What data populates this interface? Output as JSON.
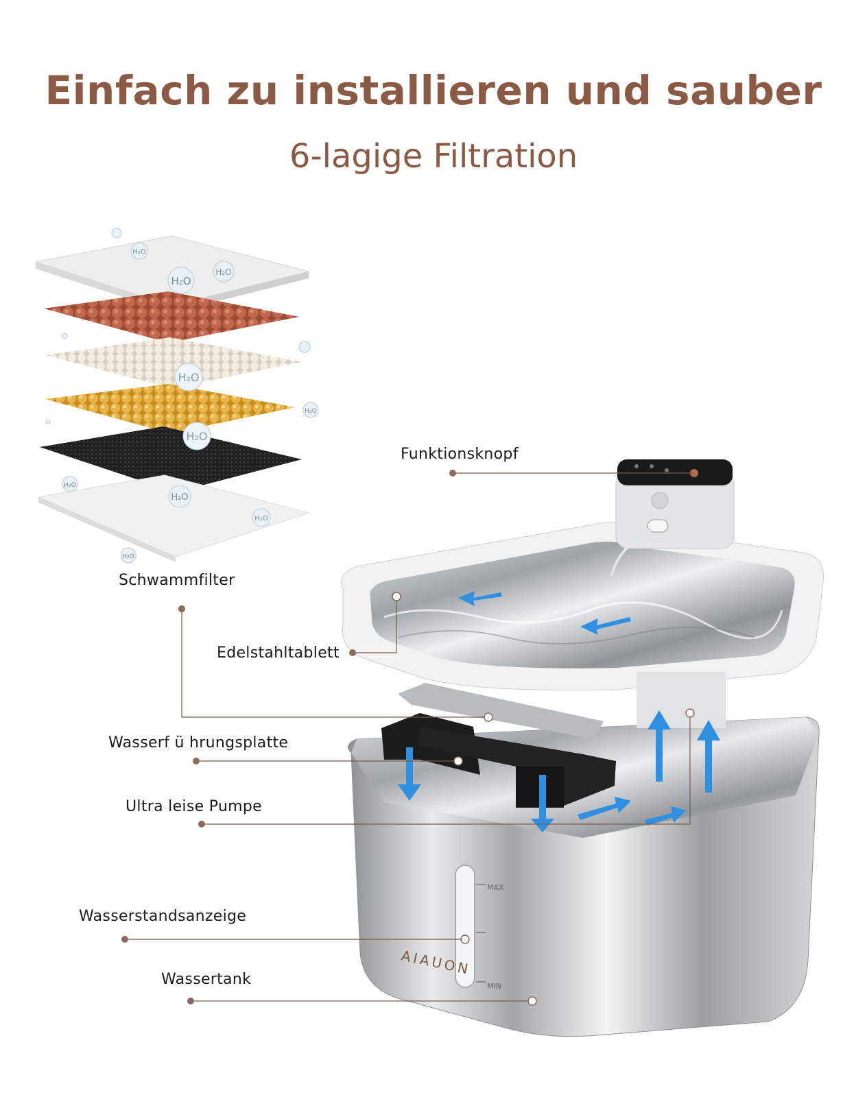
{
  "header": {
    "title": "Einfach zu installieren und sauber",
    "subtitle": "6-lagige Filtration"
  },
  "labels": {
    "funktionsknopf": "Funktionsknopf",
    "schwammfilter": "Schwammfilter",
    "edelstahltablett": "Edelstahltablett",
    "wasserfuehrungsplatte": "Wasserf ü hrungsplatte",
    "pumpe": "Ultra leise Pumpe",
    "wasserstandsanzeige": "Wasserstandsanzeige",
    "wassertank": "Wassertank"
  },
  "brand": "AIAUON",
  "gauge": {
    "max": "MAX",
    "min": "MIN"
  },
  "molecule": "H₂O",
  "colors": {
    "accent": "#8a5a44",
    "leader": "#7a5a4a",
    "arrow": "#2f8fe0"
  }
}
